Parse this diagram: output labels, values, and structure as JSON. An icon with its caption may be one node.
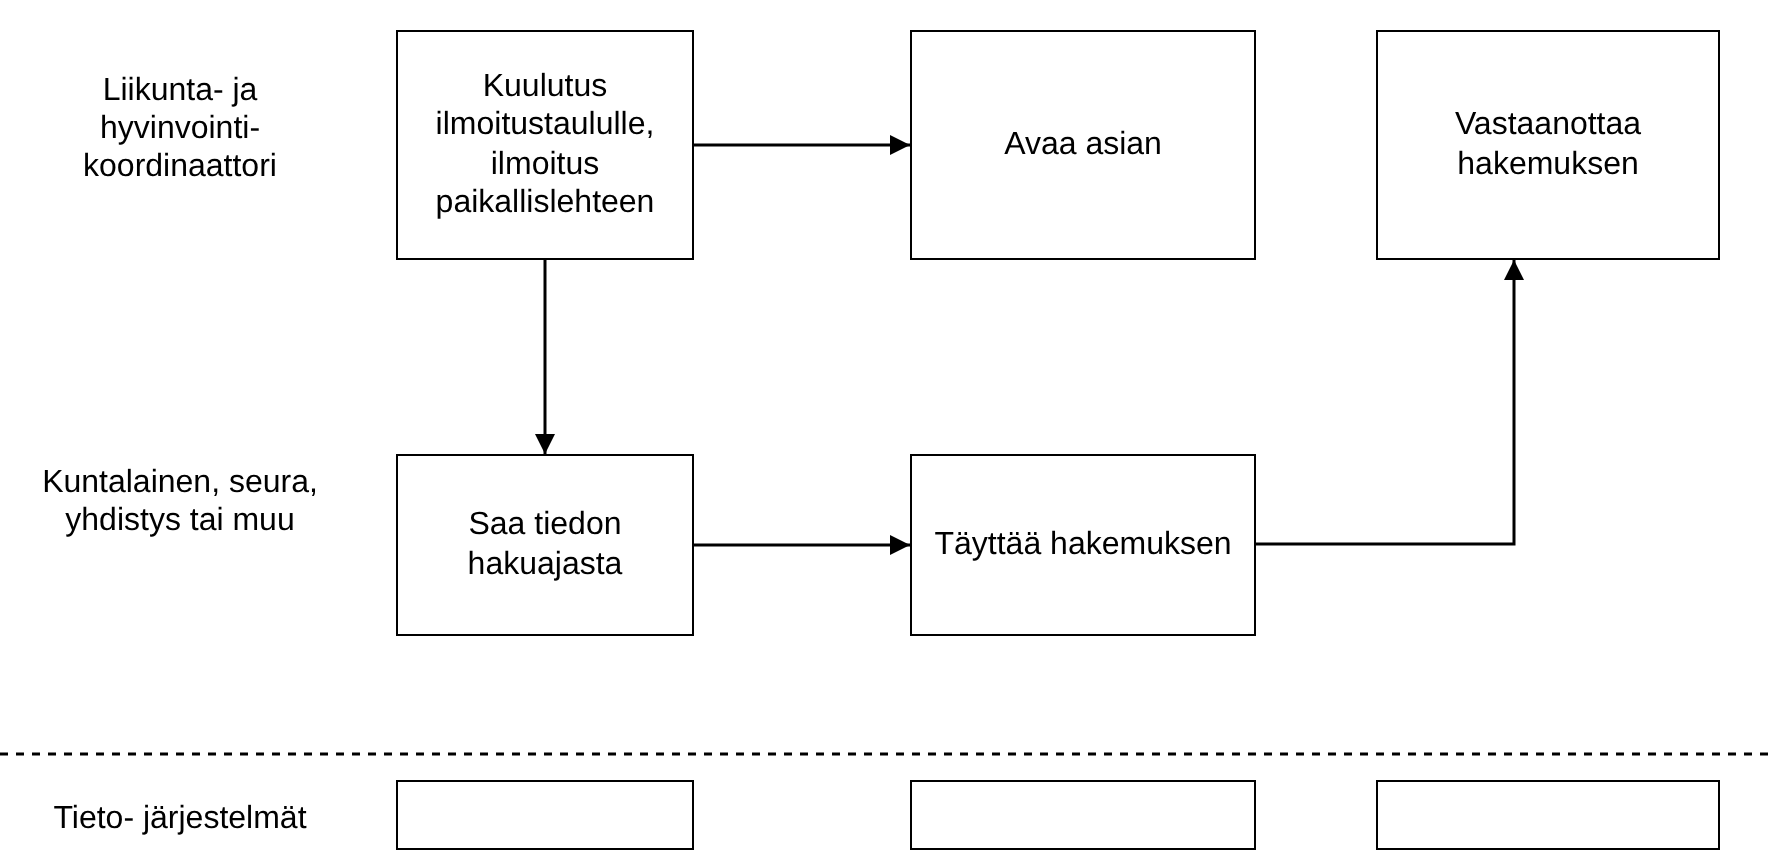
{
  "diagram": {
    "nodes": [
      {
        "text": [
          "Kuulutus ilmoitustaululle, ilmoitus paikallislehteen"
        ]
      },
      {
        "text": [
          "Avaa asian"
        ]
      },
      {
        "text": [
          "Vastaanottaa hakemuksen"
        ]
      },
      {
        "text": [
          "Saa tiedon hakuajasta"
        ]
      },
      {
        "text": [
          "Täyttää hakemuksen"
        ]
      },
      {
        "text": [],
        "shape": "box"
      },
      {
        "text": [],
        "shape": "box"
      },
      {
        "text": [],
        "shape": "box"
      }
    ],
    "edges": [
      {
        "from": 0,
        "to": 1,
        "arrow": "to"
      },
      {
        "from": 0,
        "to": 3,
        "arrow": "to"
      },
      {
        "from": 3,
        "to": 4,
        "arrow": "to"
      },
      {
        "from": 4,
        "to": 2,
        "arrow": "to"
      }
    ],
    "labels": [
      "Liikunta- ja hyvinvointi- koordinaattori",
      "Kuntalainen, seura, yhdistys tai muu",
      "Tieto- järjestelmät"
    ]
  }
}
